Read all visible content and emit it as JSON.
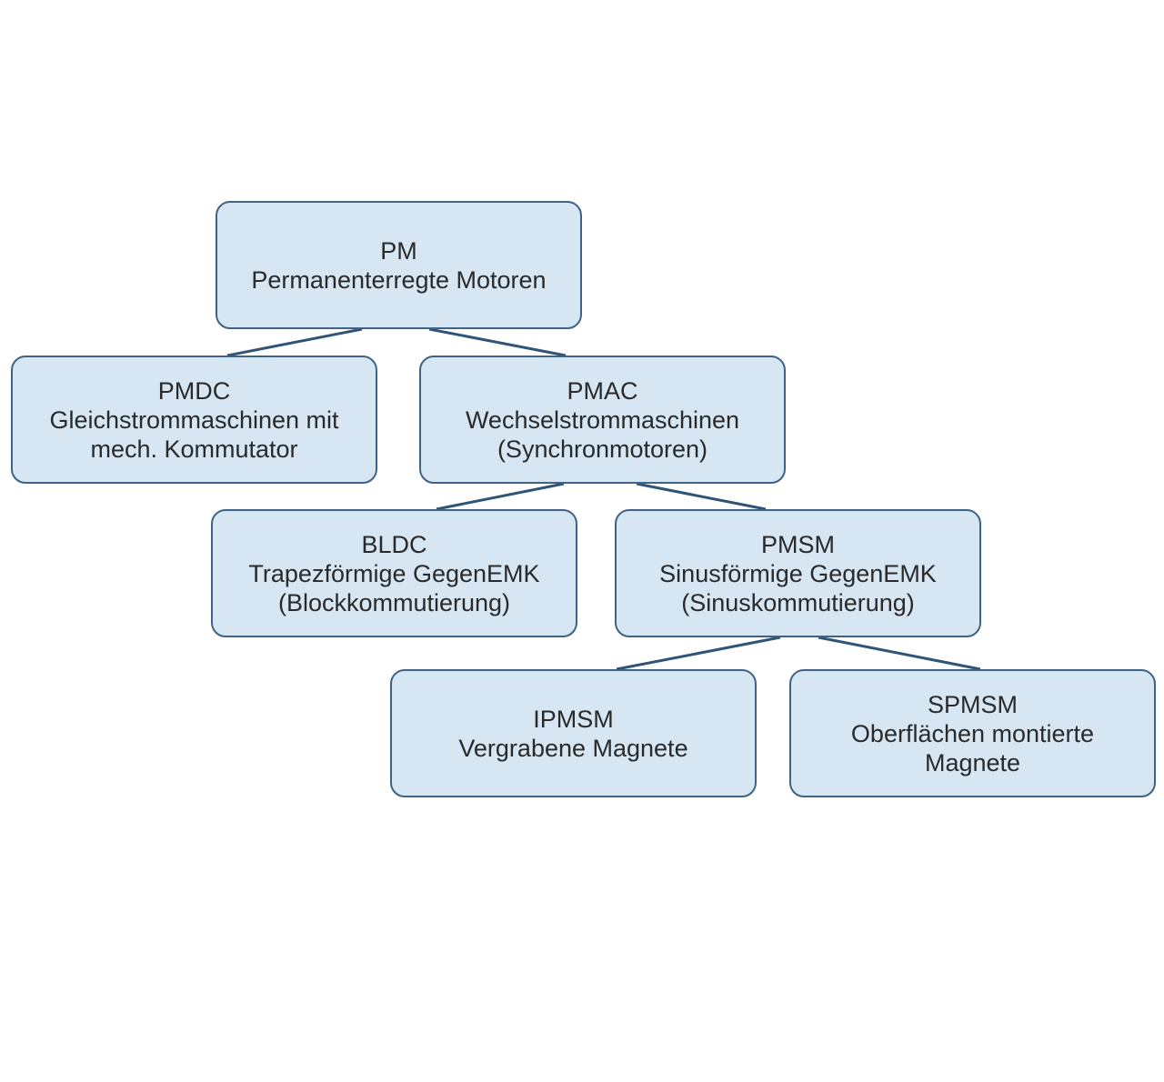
{
  "diagram": {
    "colors": {
      "node_fill": "#d6e6f2",
      "node_border": "#3f6384",
      "connector": "#2f5478",
      "text": "#2a2a2a"
    },
    "nodes": {
      "pm": {
        "abbr": "PM",
        "line1": "Permanenterregte Motoren",
        "line2": ""
      },
      "pmdc": {
        "abbr": "PMDC",
        "line1": "Gleichstrommaschinen mit",
        "line2": "mech. Kommutator"
      },
      "pmac": {
        "abbr": "PMAC",
        "line1": "Wechselstrommaschinen",
        "line2": "(Synchronmotoren)"
      },
      "bldc": {
        "abbr": "BLDC",
        "line1": "Trapezförmige GegenEMK",
        "line2": "(Blockkommutierung)"
      },
      "pmsm": {
        "abbr": "PMSM",
        "line1": "Sinusförmige GegenEMK",
        "line2": "(Sinuskommutierung)"
      },
      "ipmsm": {
        "abbr": "IPMSM",
        "line1": "Vergrabene Magnete",
        "line2": ""
      },
      "spmsm": {
        "abbr": "SPMSM",
        "line1": "Oberflächen montierte",
        "line2": "Magnete"
      }
    },
    "edges": [
      {
        "from": "PM",
        "to": "PMDC"
      },
      {
        "from": "PM",
        "to": "PMAC"
      },
      {
        "from": "PMAC",
        "to": "BLDC"
      },
      {
        "from": "PMAC",
        "to": "PMSM"
      },
      {
        "from": "PMSM",
        "to": "IPMSM"
      },
      {
        "from": "PMSM",
        "to": "SPMSM"
      }
    ]
  }
}
